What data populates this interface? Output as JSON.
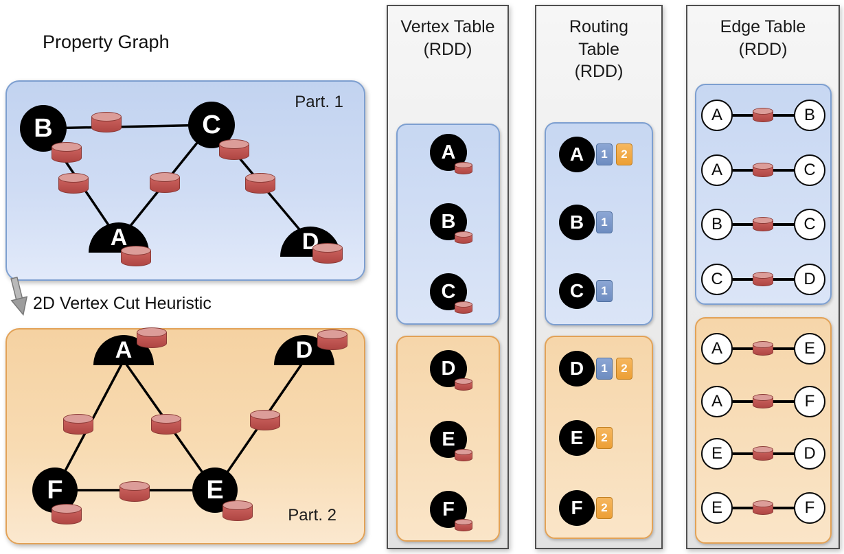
{
  "title": "Property Graph",
  "cut_label": "2D Vertex Cut Heuristic",
  "graph": {
    "part1": {
      "label": "Part. 1",
      "vertices": [
        "B",
        "C",
        "A",
        "D"
      ]
    },
    "part2": {
      "label": "Part. 2",
      "vertices": [
        "A",
        "D",
        "F",
        "E"
      ]
    }
  },
  "vertex_table": {
    "title": "Vertex Table",
    "subtitle": "(RDD)",
    "part1": [
      "A",
      "B",
      "C"
    ],
    "part2": [
      "D",
      "E",
      "F"
    ]
  },
  "routing_table": {
    "title_line1": "Routing",
    "title_line2": "Table",
    "subtitle": "(RDD)",
    "part1": [
      {
        "vertex": "A",
        "routes": [
          "1",
          "2"
        ]
      },
      {
        "vertex": "B",
        "routes": [
          "1"
        ]
      },
      {
        "vertex": "C",
        "routes": [
          "1"
        ]
      }
    ],
    "part2": [
      {
        "vertex": "D",
        "routes": [
          "1",
          "2"
        ]
      },
      {
        "vertex": "E",
        "routes": [
          "2"
        ]
      },
      {
        "vertex": "F",
        "routes": [
          "2"
        ]
      }
    ]
  },
  "edge_table": {
    "title": "Edge Table",
    "subtitle": "(RDD)",
    "part1": [
      [
        "A",
        "B"
      ],
      [
        "A",
        "C"
      ],
      [
        "B",
        "C"
      ],
      [
        "C",
        "D"
      ]
    ],
    "part2": [
      [
        "A",
        "E"
      ],
      [
        "A",
        "F"
      ],
      [
        "E",
        "D"
      ],
      [
        "E",
        "F"
      ]
    ]
  },
  "icons": {
    "cylinder": "database-cylinder",
    "arrow": "down-arrow"
  },
  "colors": {
    "partition1_fill": "#cddcf5",
    "partition1_border": "#7d9fd0",
    "partition2_fill": "#f8dbb2",
    "partition2_border": "#e2a257",
    "column_fill": "#ebebeb",
    "column_border": "#4f4f4f",
    "vertex_fill": "#000000",
    "cylinder_fill": "#c0504d",
    "route_blue": "#7b96c4",
    "route_orange": "#efa440"
  }
}
